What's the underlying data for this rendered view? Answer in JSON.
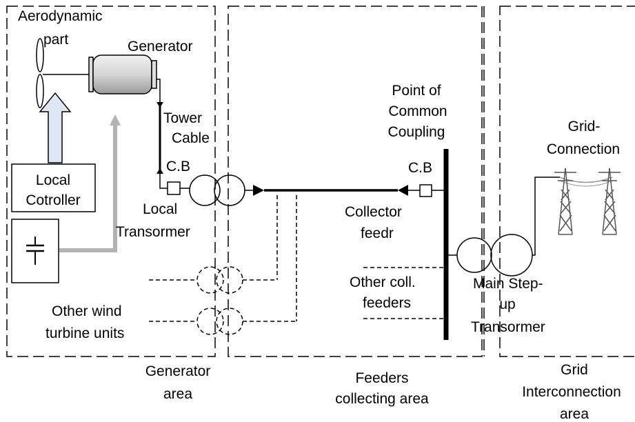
{
  "labels": {
    "aerodynamic_1": "Aerodynamic",
    "aerodynamic_2": "part",
    "generator": "Generator",
    "tower_1": "Tower",
    "tower_2": "Cable",
    "cb_left": "C.B",
    "local_ctrl_1": "Local",
    "local_ctrl_2": "Cotroller",
    "local_tr_1": "Local",
    "local_tr_2": "Transormer",
    "pcc_1": "Point of",
    "pcc_2": "Common",
    "pcc_3": "Coupling",
    "cb_right": "C.B",
    "collector_1": "Collector",
    "collector_2": "feedr",
    "grid_conn_1": "Grid-",
    "grid_conn_2": "Connection",
    "other_coll_1": "Other coll.",
    "other_coll_2": "feeders",
    "main_step_1": "Main Step-",
    "main_step_2": "up",
    "main_step_3": "Transormer",
    "other_wind_1": "Other wind",
    "other_wind_2": "turbine units"
  },
  "areas": {
    "generator_1": "Generator",
    "generator_2": "area",
    "feeders_1": "Feeders",
    "feeders_2": "collecting area",
    "grid_1": "Grid",
    "grid_2": "Interconnection",
    "grid_3": "area"
  }
}
